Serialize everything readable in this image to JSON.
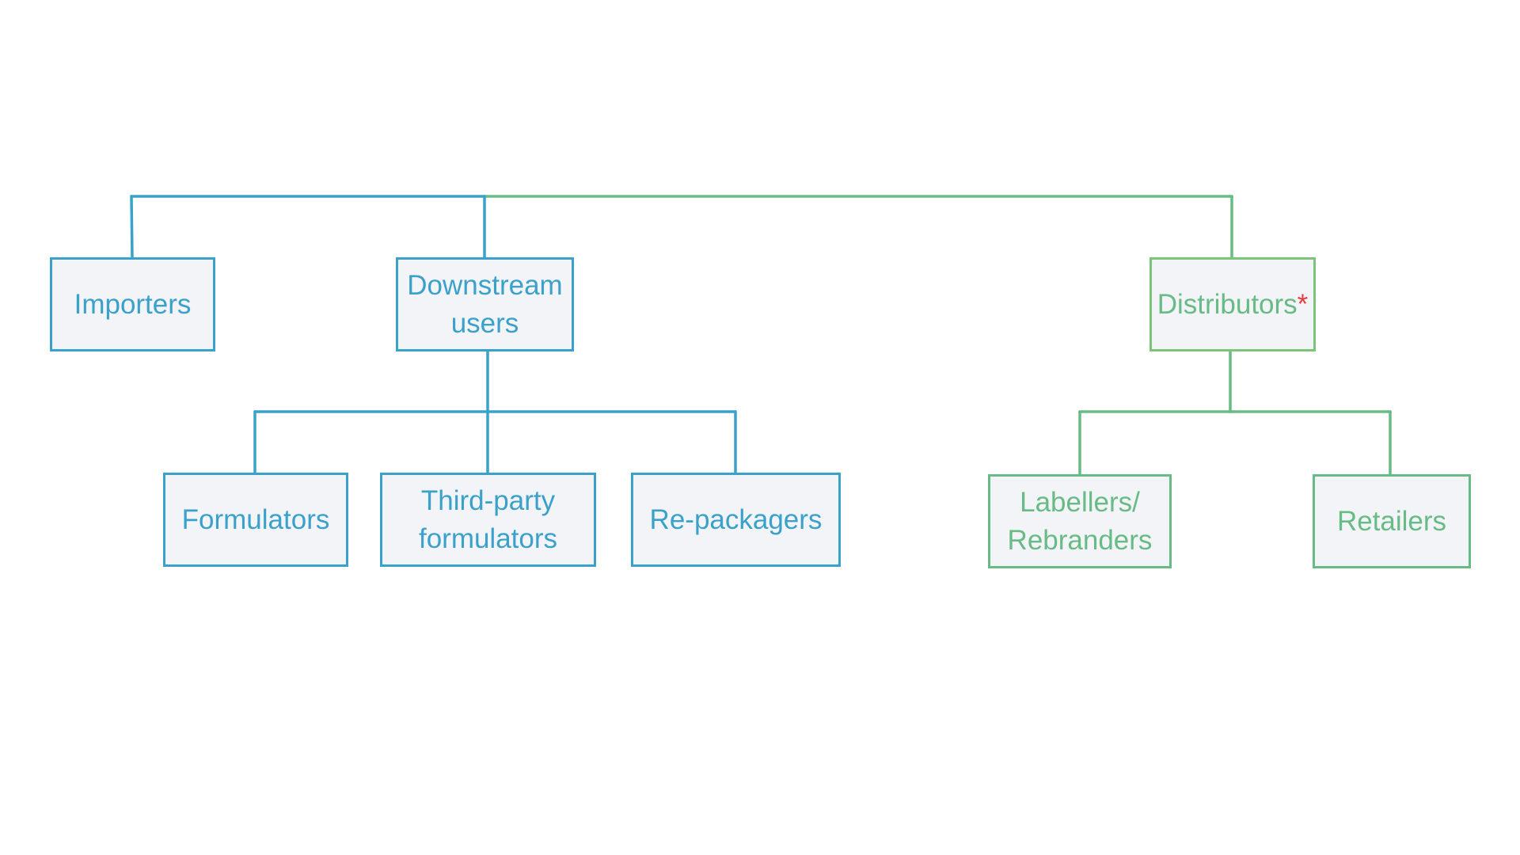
{
  "diagram": {
    "colors": {
      "blue": "#3aa1ca",
      "green": "#68bb85",
      "green_border": "#7cc477",
      "node_fill": "#f3f4f8",
      "asterisk": "#ec3b3b"
    },
    "nodes": {
      "importers": "Importers",
      "downstream_users": [
        "Downstream",
        "users"
      ],
      "distributors": {
        "label": "Distributors",
        "mark": "*"
      },
      "formulators": "Formulators",
      "third_party_formulators": [
        "Third-party",
        "formulators"
      ],
      "re_packagers": "Re-packagers",
      "labellers_rebranders": [
        "Labellers/",
        "Rebranders"
      ],
      "retailers": "Retailers"
    }
  }
}
